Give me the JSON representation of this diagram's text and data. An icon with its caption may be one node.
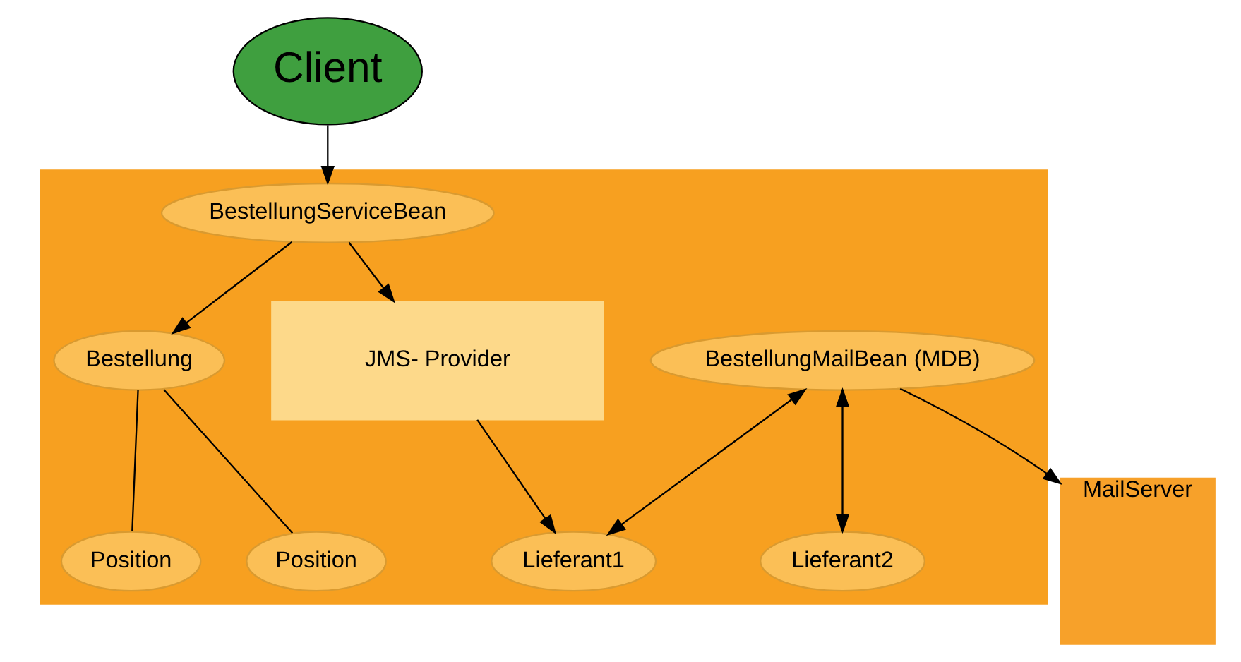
{
  "diagram": {
    "nodes": [
      {
        "text": [
          "Client"
        ]
      },
      {
        "text": [],
        "shape": "box"
      },
      {
        "text": [
          "BestellungServiceBean"
        ],
        "in": 1
      },
      {
        "text": [
          "BestellungMailBean (MDB)"
        ],
        "in": 1
      },
      {
        "text": [
          "Bestellung"
        ],
        "in": 1
      },
      {
        "text": [
          "Position"
        ],
        "in": 1
      },
      {
        "text": [
          "Position"
        ],
        "in": 1
      },
      {
        "text": [
          "Lieferant1"
        ],
        "in": 1
      },
      {
        "text": [
          "Lieferant2"
        ],
        "in": 1
      },
      {
        "text": [
          "JMS- Provider"
        ],
        "in": 1
      },
      {
        "text": [
          "MailServer"
        ]
      }
    ],
    "edges": [
      {
        "from": 0,
        "to": 2,
        "arrow": "to"
      },
      {
        "from": 2,
        "to": 4,
        "arrow": "to"
      },
      {
        "from": 2,
        "to": 9,
        "arrow": "to"
      },
      {
        "from": 4,
        "to": 5,
        "arrow": "none"
      },
      {
        "from": 4,
        "to": 6,
        "arrow": "none"
      },
      {
        "from": 9,
        "to": 7,
        "arrow": "to"
      },
      {
        "from": 3,
        "to": 7,
        "arrow": "both"
      },
      {
        "from": 3,
        "to": 8,
        "arrow": "both"
      },
      {
        "from": 3,
        "to": 10,
        "arrow": "to"
      }
    ]
  }
}
